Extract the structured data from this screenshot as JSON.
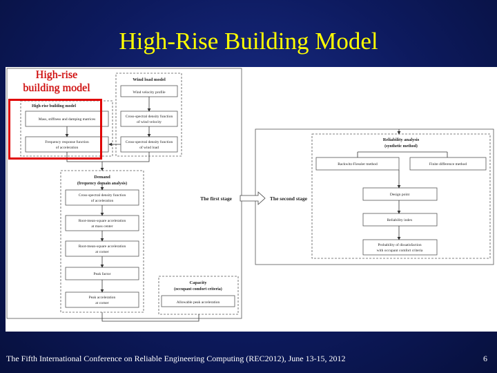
{
  "slide": {
    "title": "High-Rise Building Model",
    "footer": "The Fifth International Conference on Reliable Engineering Computing (REC2012), June 13-15, 2012",
    "page_number": "6"
  },
  "highlight": {
    "label_line1": "High-rise",
    "label_line2": "building model",
    "color": "#e00000"
  },
  "diagram": {
    "wind_load_model": {
      "title": "Wind load model",
      "items": [
        "Wind velocity profile",
        "Cross-spectral density function",
        "of wind velocity",
        "Cross-spectral density function",
        "of wind load"
      ]
    },
    "building_model": {
      "title": "High-rise building model",
      "items": [
        "Mass, stiffness and damping matrices",
        "Frequency response function",
        "of acceleration"
      ]
    },
    "demand": {
      "title_line1": "Demand",
      "title_line2": "(frequency domain analysis)",
      "items": [
        [
          "Cross-spectral density function",
          "of acceleration"
        ],
        [
          "Root-mean-square acceleration",
          "at mass center"
        ],
        [
          "Root-mean-square acceleration",
          "at corner"
        ],
        [
          "Peak factor"
        ],
        [
          "Peak acceleration",
          "at corner"
        ]
      ]
    },
    "capacity": {
      "title_line1": "Capacity",
      "title_line2": "(occupant comfort criteria)",
      "item": "Allowable peak acceleration"
    },
    "stages": {
      "first": "The first stage",
      "second": "The second stage"
    },
    "reliability": {
      "title_line1": "Reliability analysis",
      "title_line2": "(synthetic method)",
      "methods": [
        "Rackwitz-Fiessler method",
        "Finite difference method"
      ],
      "items": [
        [
          "Design point"
        ],
        [
          "Reliability index"
        ],
        [
          "Probability of dissatisfaction",
          "with occupant comfort criteria"
        ]
      ]
    }
  }
}
